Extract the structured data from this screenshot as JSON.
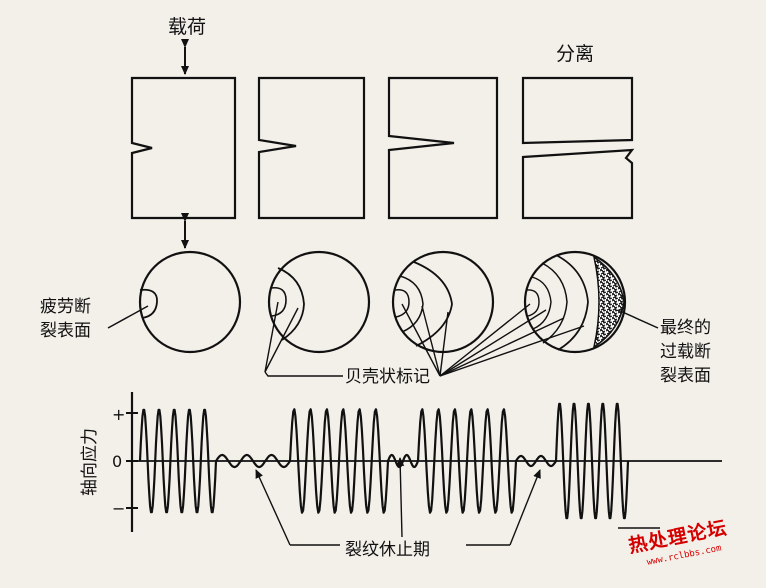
{
  "labels": {
    "load": "载荷",
    "separation": "分离",
    "fatigue_surface_l1": "疲劳断",
    "fatigue_surface_l2": "裂表面",
    "final_fracture_l1": "最终的",
    "final_fracture_l2": "过载断",
    "final_fracture_l3": "裂表面",
    "beach_marks": "贝壳状标记",
    "axial_stress": "轴向应力",
    "plus": "+",
    "zero": "0",
    "minus": "−",
    "crack_arrest": "裂纹休止期"
  },
  "watermark": {
    "text": "热处理论坛",
    "url": "www.rclbbs.com",
    "color": "#d40000"
  },
  "colors": {
    "ink": "#111111",
    "paper": "#f3f0ea"
  }
}
